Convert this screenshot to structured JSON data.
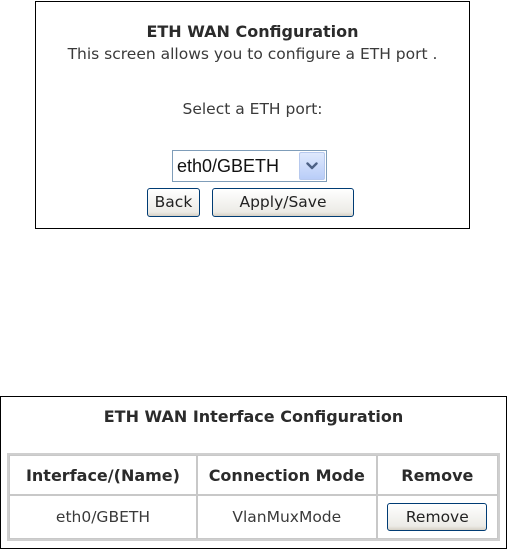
{
  "config_panel": {
    "title": "ETH WAN Configuration",
    "description": "This screen allows you to configure a ETH port .",
    "select_label": "Select a ETH port:",
    "port_select": {
      "selected": "eth0/GBETH",
      "icon": "chevron-down-icon"
    },
    "back_label": "Back",
    "apply_label": "Apply/Save"
  },
  "interface_panel": {
    "title": "ETH WAN Interface Configuration",
    "columns": [
      "Interface/(Name)",
      "Connection Mode",
      "Remove"
    ],
    "rows": [
      {
        "interface": "eth0/GBETH",
        "mode": "VlanMuxMode",
        "remove_label": "Remove"
      }
    ]
  },
  "colors": {
    "button_border": "#003c74",
    "select_border": "#7f9db9",
    "table_border": "#c8c8c8",
    "text": "#3a3a3a"
  }
}
